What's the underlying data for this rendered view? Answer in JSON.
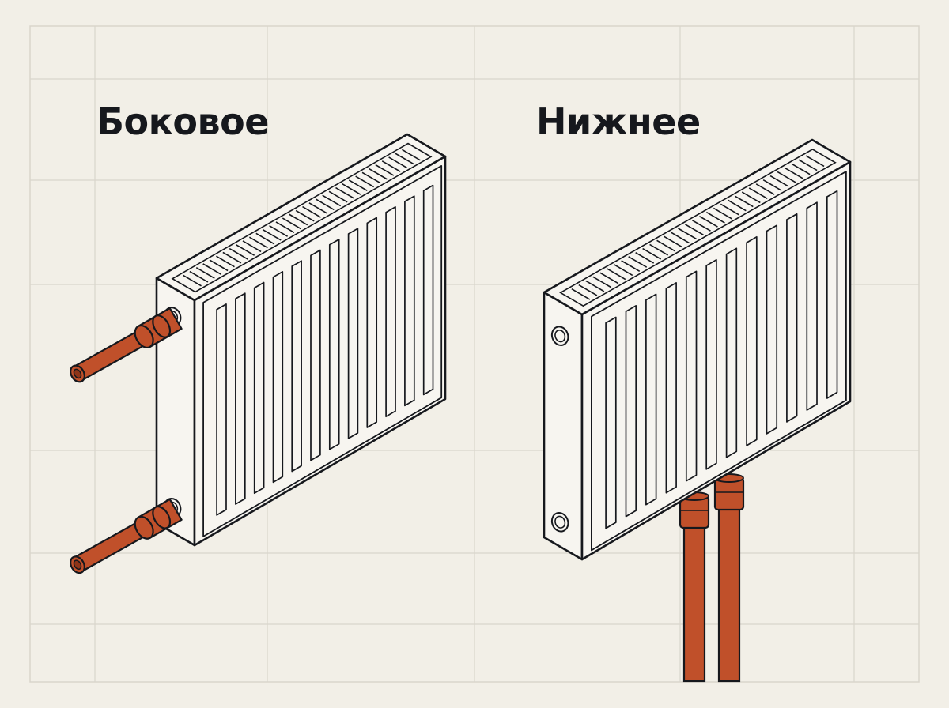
{
  "titles": {
    "side": "Боковое",
    "bottom": "Нижнее"
  },
  "colors": {
    "background": "#f2efe7",
    "grid": "#d9d5cc",
    "outline": "#16181d",
    "radiator_fill": "#f7f5f0",
    "pipe": "#c0502a",
    "pipe_dark": "#8e3418"
  },
  "fin_count": 12,
  "top_slot_count": 34
}
